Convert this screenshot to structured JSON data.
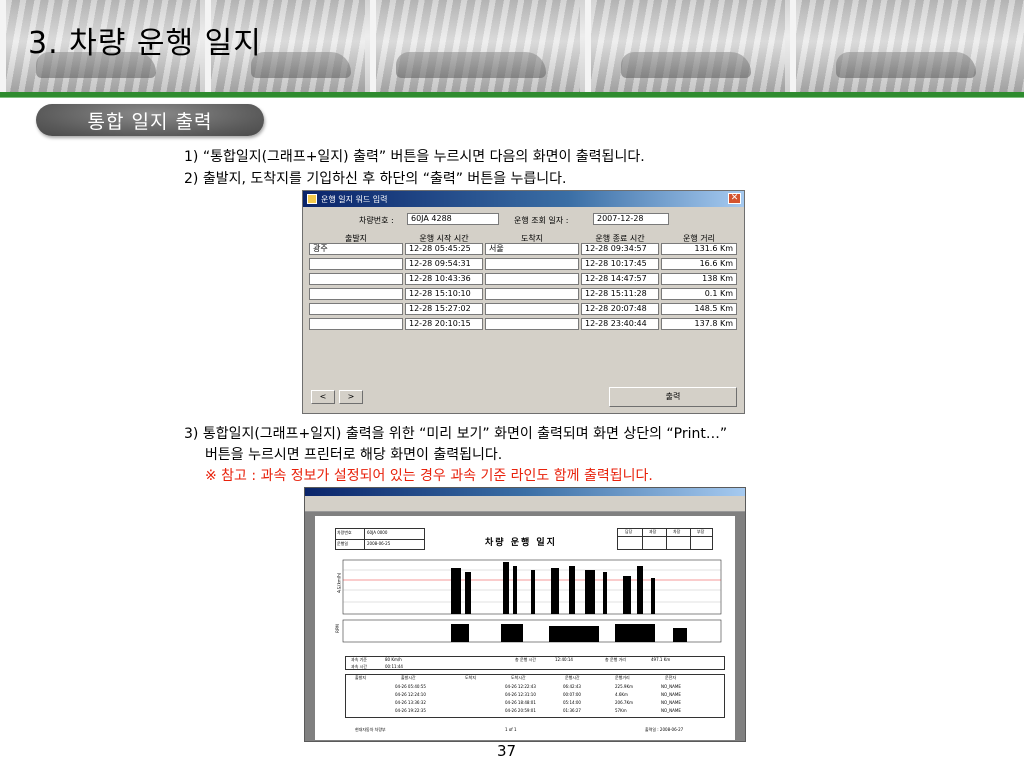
{
  "slide": {
    "title": "3. 차량 운행 일지",
    "section_label": "통합 일지 출력",
    "page_number": "37"
  },
  "instructions": {
    "line1": "1) “통합일지(그래프+일지) 출력” 버튼을 누르시면 다음의 화면이 출력됩니다.",
    "line2": "2) 출발지, 도착지를 기입하신 후 하단의 “출력” 버튼을 누릅니다.",
    "line3": "3) 통합일지(그래프+일지) 출력을 위한 “미리 보기” 화면이 출력되며 화면 상단의 “Print…”",
    "line4": "버튼을 누르시면 프린터로 해당 화면이 출력됩니다.",
    "note": "※ 참고 : 과속 정보가 설정되어 있는 경우 과속 기준 라인도 함께 출력됩니다."
  },
  "dialog": {
    "title": "운행 일지 워드 입력",
    "close_glyph": "✕",
    "vehicle_label": "차량번호 :",
    "vehicle_value": "60JA   4288",
    "date_label": "운행 조회 일자 :",
    "date_value": "2007-12-28",
    "columns": [
      "출발지",
      "운행 시작 시간",
      "도착지",
      "운행 종료 시간",
      "운행 거리"
    ],
    "rows": [
      {
        "origin": "광주",
        "start": "12-28 05:45:25",
        "dest": "서울",
        "end": "12-28 09:34:57",
        "dist": "131.6 Km"
      },
      {
        "origin": "",
        "start": "12-28 09:54:31",
        "dest": "",
        "end": "12-28 10:17:45",
        "dist": "16.6 Km"
      },
      {
        "origin": "",
        "start": "12-28 10:43:36",
        "dest": "",
        "end": "12-28 14:47:57",
        "dist": "138 Km"
      },
      {
        "origin": "",
        "start": "12-28 15:10:10",
        "dest": "",
        "end": "12-28 15:11:28",
        "dist": "0.1 Km"
      },
      {
        "origin": "",
        "start": "12-28 15:27:02",
        "dest": "",
        "end": "12-28 20:07:48",
        "dist": "148.5 Km"
      },
      {
        "origin": "",
        "start": "12-28 20:10:15",
        "dest": "",
        "end": "12-28 23:40:44",
        "dist": "137.8 Km"
      }
    ],
    "prev_button": "<",
    "next_button": ">",
    "print_button": "출력"
  },
  "preview": {
    "report_title": "차량 운행 일지",
    "info_labels": [
      "차량번호",
      "운행일"
    ],
    "info_values": [
      "60JA 0000",
      "2008-06-25"
    ],
    "approval_labels": [
      "담당",
      "과장",
      "차장",
      "부장"
    ],
    "speed_axis_label": "속도(km/h)",
    "rpm_axis_label": "RPM",
    "summary_labels": [
      "과속 기준",
      "과속 시간",
      "총 운행 시간",
      "총 운행 거리"
    ],
    "summary_values": [
      "80 Km/h",
      "00:11:44",
      "12:40:14",
      "497.1 Km"
    ],
    "table_headers": [
      "출발지",
      "출발시간",
      "도착지",
      "도착시간",
      "운행시간",
      "운행거리",
      "운전자"
    ],
    "table_rows": [
      [
        "",
        "04-26 05:40:55",
        "",
        "04-26 12:22:43",
        "06:42:43",
        "225.9Km",
        "NO_NAME"
      ],
      [
        "",
        "04-26 12:24:10",
        "",
        "04-26 12:31:10",
        "00:07:00",
        "4.6Km",
        "NO_NAME"
      ],
      [
        "",
        "04-26 13:36:32",
        "",
        "04-26 18:48:01",
        "05:14:00",
        "206.7Km",
        "NO_NAME"
      ],
      [
        "",
        "04-26 19:22:35",
        "",
        "04-26 20:59:01",
        "01:36:27",
        "57Km",
        "NO_NAME"
      ]
    ],
    "footer_left": "현대자동차 차량부",
    "footer_center": "1 of 1",
    "footer_right": "출력일 : 2008-06-27"
  }
}
